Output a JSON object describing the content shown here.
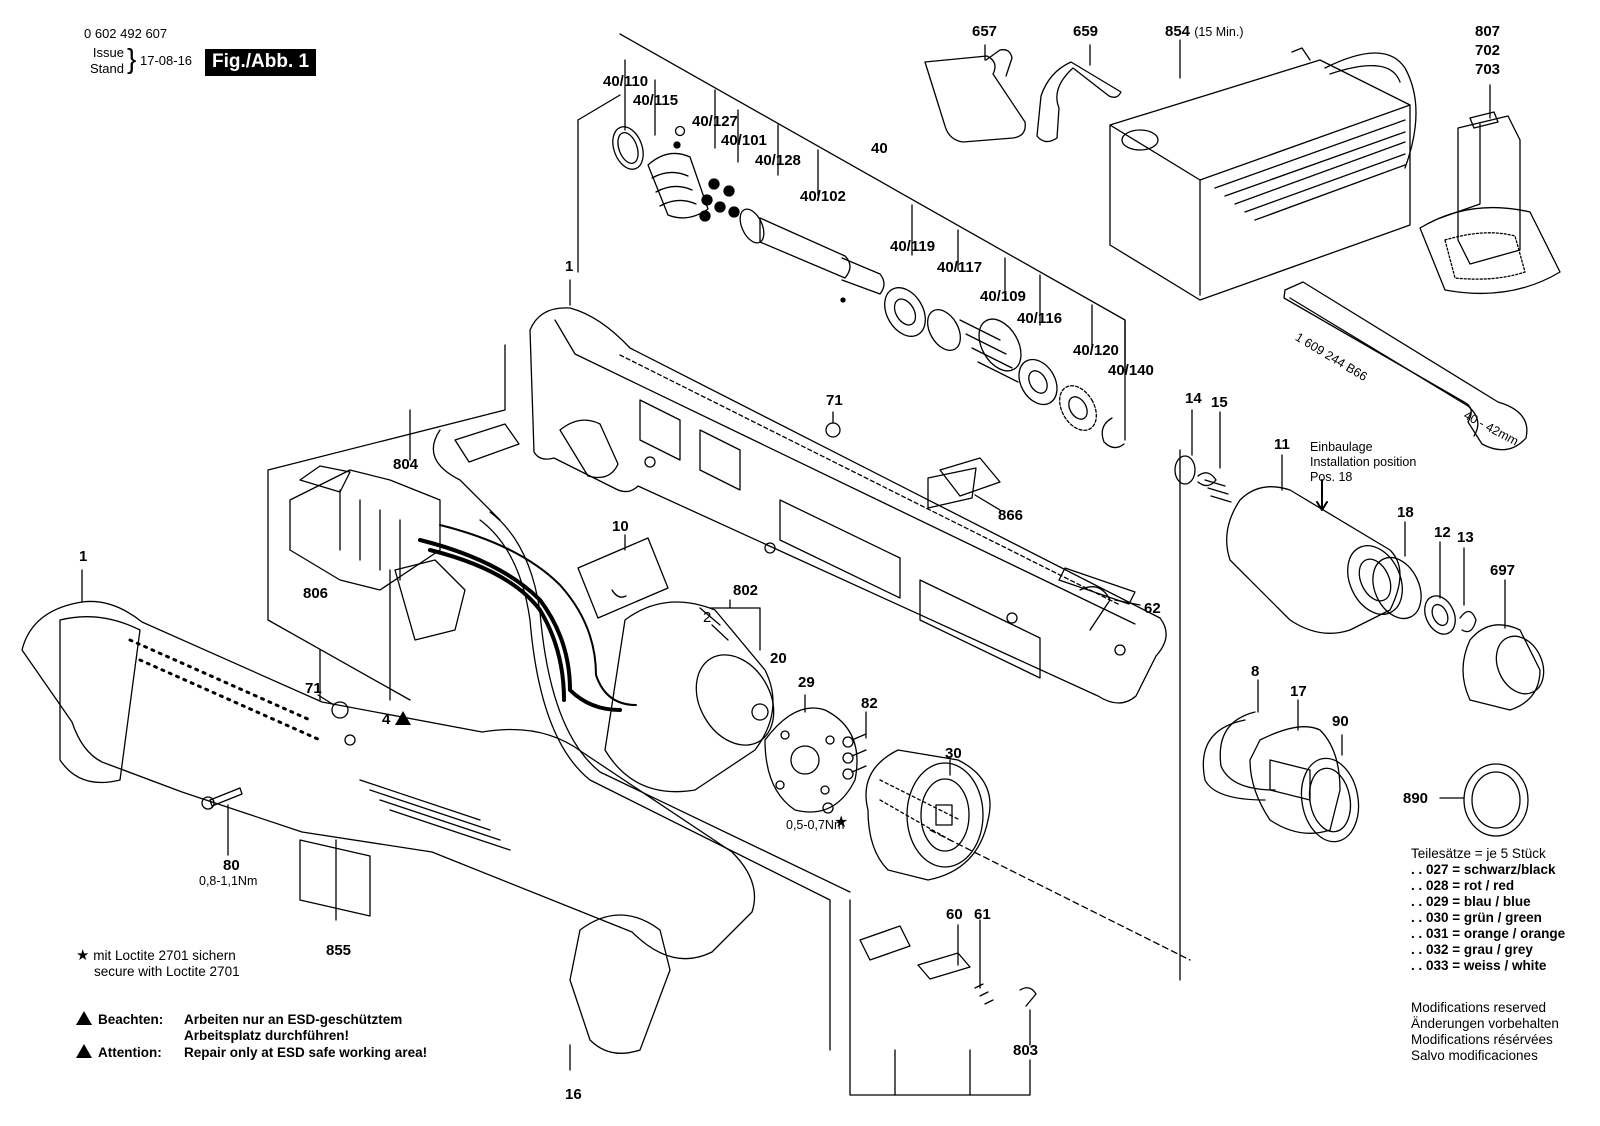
{
  "header": {
    "part_number": "0 602 492 607",
    "issue_label": "Issue",
    "stand_label": "Stand",
    "date": "17-08-16",
    "figure": "Fig./Abb. 1"
  },
  "parts": [
    {
      "id": "657",
      "label": "657"
    },
    {
      "id": "659",
      "label": "659"
    },
    {
      "id": "854",
      "label": "854",
      "suffix": "(15 Min.)"
    },
    {
      "id": "807",
      "label": "807"
    },
    {
      "id": "702",
      "label": "702"
    },
    {
      "id": "703",
      "label": "703"
    },
    {
      "id": "40-110",
      "label": "40/110"
    },
    {
      "id": "40-115",
      "label": "40/115"
    },
    {
      "id": "40-127",
      "label": "40/127"
    },
    {
      "id": "40-101",
      "label": "40/101"
    },
    {
      "id": "40-128",
      "label": "40/128"
    },
    {
      "id": "40",
      "label": "40"
    },
    {
      "id": "40-102",
      "label": "40/102"
    },
    {
      "id": "40-119",
      "label": "40/119"
    },
    {
      "id": "40-117",
      "label": "40/117"
    },
    {
      "id": "40-109",
      "label": "40/109"
    },
    {
      "id": "40-116",
      "label": "40/116"
    },
    {
      "id": "40-120",
      "label": "40/120"
    },
    {
      "id": "40-140",
      "label": "40/140"
    },
    {
      "id": "1-top",
      "label": "1"
    },
    {
      "id": "71-top",
      "label": "71"
    },
    {
      "id": "804",
      "label": "804"
    },
    {
      "id": "866",
      "label": "866"
    },
    {
      "id": "10",
      "label": "10"
    },
    {
      "id": "802",
      "label": "802"
    },
    {
      "id": "2",
      "label": "2"
    },
    {
      "id": "20",
      "label": "20"
    },
    {
      "id": "62",
      "label": "62"
    },
    {
      "id": "806",
      "label": "806"
    },
    {
      "id": "1-left",
      "label": "1"
    },
    {
      "id": "71-left",
      "label": "71"
    },
    {
      "id": "4",
      "label": "4"
    },
    {
      "id": "29",
      "label": "29"
    },
    {
      "id": "82",
      "label": "82"
    },
    {
      "id": "30",
      "label": "30"
    },
    {
      "id": "14",
      "label": "14"
    },
    {
      "id": "15",
      "label": "15"
    },
    {
      "id": "11",
      "label": "11"
    },
    {
      "id": "18",
      "label": "18"
    },
    {
      "id": "12",
      "label": "12"
    },
    {
      "id": "13",
      "label": "13"
    },
    {
      "id": "697",
      "label": "697"
    },
    {
      "id": "8",
      "label": "8"
    },
    {
      "id": "17",
      "label": "17"
    },
    {
      "id": "90",
      "label": "90"
    },
    {
      "id": "890",
      "label": "890"
    },
    {
      "id": "80",
      "label": "80"
    },
    {
      "id": "855",
      "label": "855"
    },
    {
      "id": "60",
      "label": "60"
    },
    {
      "id": "61",
      "label": "61"
    },
    {
      "id": "803",
      "label": "803"
    },
    {
      "id": "16",
      "label": "16"
    }
  ],
  "torque": {
    "screw_80": "0,8-1,1Nm",
    "screw_82": "0,5-0,7Nm"
  },
  "wrench": {
    "part_number": "1 609 244 B66",
    "size": "40 - 42mm"
  },
  "installation_note": {
    "de": "Einbaulage",
    "en": "Installation position",
    "pos": "Pos. 18"
  },
  "loctite_note": {
    "de": "mit Loctite 2701 sichern",
    "en": "secure with Loctite 2701"
  },
  "esd_note": {
    "de_label": "Beachten:",
    "de_line1": "Arbeiten nur an ESD-geschütztem",
    "de_line2": "Arbeitsplatz durchführen!",
    "en_label": "Attention:",
    "en_line1": "Repair only at ESD safe working area!"
  },
  "part_sets": {
    "title": "Teilesätze = je 5 Stück",
    "items": [
      ". . 027 = schwarz/black",
      ". . 028 = rot / red",
      ". . 029 = blau / blue",
      ". . 030 = grün / green",
      ". . 031 = orange / orange",
      ". . 032 = grau / grey",
      ". . 033 = weiss / white"
    ]
  },
  "modifications": [
    "Modifications reserved",
    "Änderungen vorbehalten",
    "Modifications résérvées",
    "Salvo modificaciones"
  ]
}
